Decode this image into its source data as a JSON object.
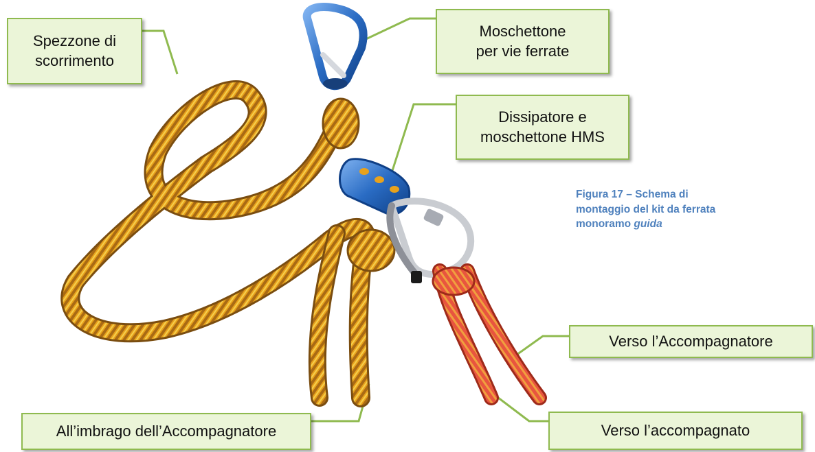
{
  "callouts": {
    "spezzone": "Spezzone di\nscorrimento",
    "moschettone": "Moschettone\nper vie ferrate",
    "dissipatore": "Dissipatore e\nmoschettone HMS",
    "verso_accompagnatore": "Verso l’Accompagnatore",
    "verso_accompagnato": "Verso l’accompagnato",
    "imbrago": "All’imbrago dell’Accompagnatore"
  },
  "caption": {
    "line1": "Figura 17 – Schema di",
    "line2": "montaggio del kit da ferrata",
    "line3_prefix": "monoramo ",
    "line3_italic": "guida"
  },
  "colors": {
    "callout_fill": "#ebf5d8",
    "callout_border": "#8fba4f",
    "caption": "#4f81bd",
    "rope_main": "#e8a21c",
    "rope_red": "#e8553f",
    "carabiner_blue": "#2a6cc4",
    "carabiner_silver": "#c9ccd1"
  }
}
